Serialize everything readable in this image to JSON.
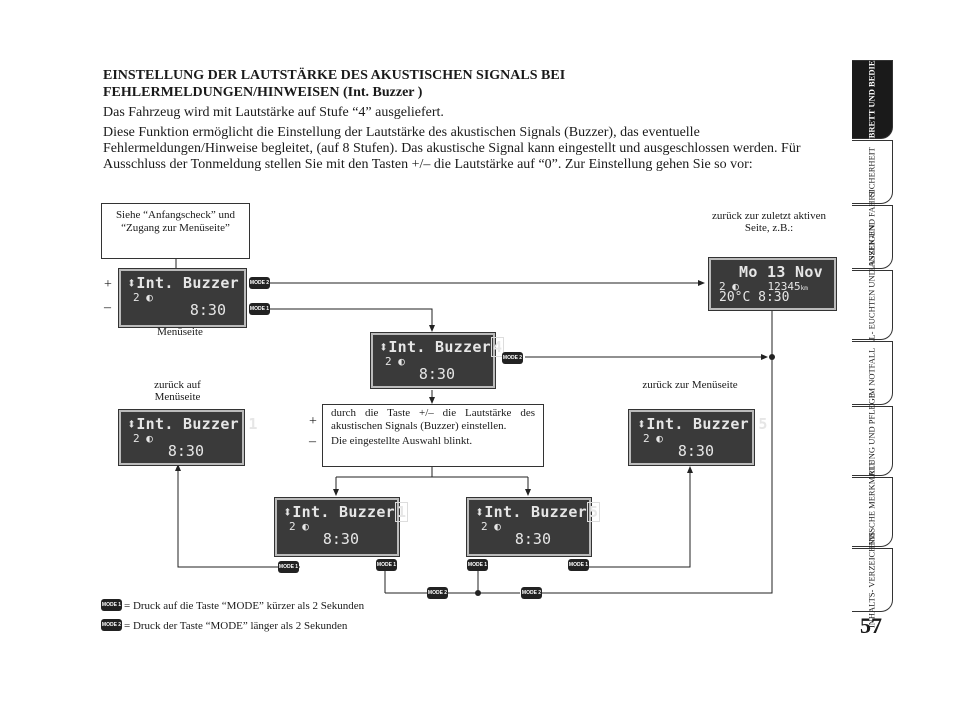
{
  "heading": {
    "line1": "EINSTELLUNG DER LAUTSTÄRKE DES AKUSTISCHEN SIGNALS BEI",
    "line2": "FEHLERMELDUNGEN/HINWEISEN (Int. Buzzer )"
  },
  "paragraphs": [
    "Das Fahrzeug wird mit Lautstärke auf Stufe “4” ausgeliefert.",
    "Diese Funktion ermöglicht die Einstellung der Lautstärke des akustischen Signals (Buzzer), das eventuelle Fehlermeldungen/Hinweise begleitet, (auf 8 Stufen). Das akustische Signal kann eingestellt und ausgeschlossen werden. Für Ausschluss der Tonmeldung stellen Sie mit den Tasten +/– die Lautstärke auf “0”. Zur Einstellung gehen Sie so vor:"
  ],
  "diagram": {
    "ref_box": "Siehe “Anfangscheck” und “Zugang zur Menüseite”",
    "caption_menu_page": "Menüseite",
    "caption_back_menu_left": "zurück auf Menüseite",
    "caption_back_menu_right": "zurück zur Menüseite",
    "caption_last_page": "zurück zur zuletzt aktiven Seite, z.B.:",
    "instruction_box": "durch die Taste +/– die Lautstärke des akustischen Signals (Buzzer) einstellen.",
    "instruction_blink": "Die eingestellte Auswahl blinkt.",
    "plus": "+",
    "minus": "–",
    "lcd_title": "Int. Buzzer",
    "lcd_menu_level": "4",
    "lcd_left_level": "1",
    "lcd_right_level": "5",
    "lcd_sub": "2 ◐",
    "lcd_time": "8:30",
    "lcd_date": "Mo 13 Nov",
    "lcd_odo": "12345",
    "lcd_odo_unit": "km",
    "lcd_temp": "20°C",
    "btn_mode1": "MODE 1",
    "btn_mode2": "MODE 2"
  },
  "legend": {
    "mode1": "= Druck auf die Taste “MODE” kürzer als 2 Sekunden",
    "mode2": "= Druck der Taste “MODE” länger als 2 Sekunden"
  },
  "sidebar": {
    "tabs": [
      "ARMATURENBRETT UND BEDIENELEMENTE",
      "SICHERHEIT",
      "ANLASSEN UND FAHRT",
      "KONTROLLL- EUCHTEN UND ANZEIGEN",
      "IM NOTFALL",
      "WARTUNG UND PFLEGE",
      "TECHNISCHE MERKMALE",
      "INHALTS- VERZEICHNIS"
    ]
  },
  "page_number": "57"
}
